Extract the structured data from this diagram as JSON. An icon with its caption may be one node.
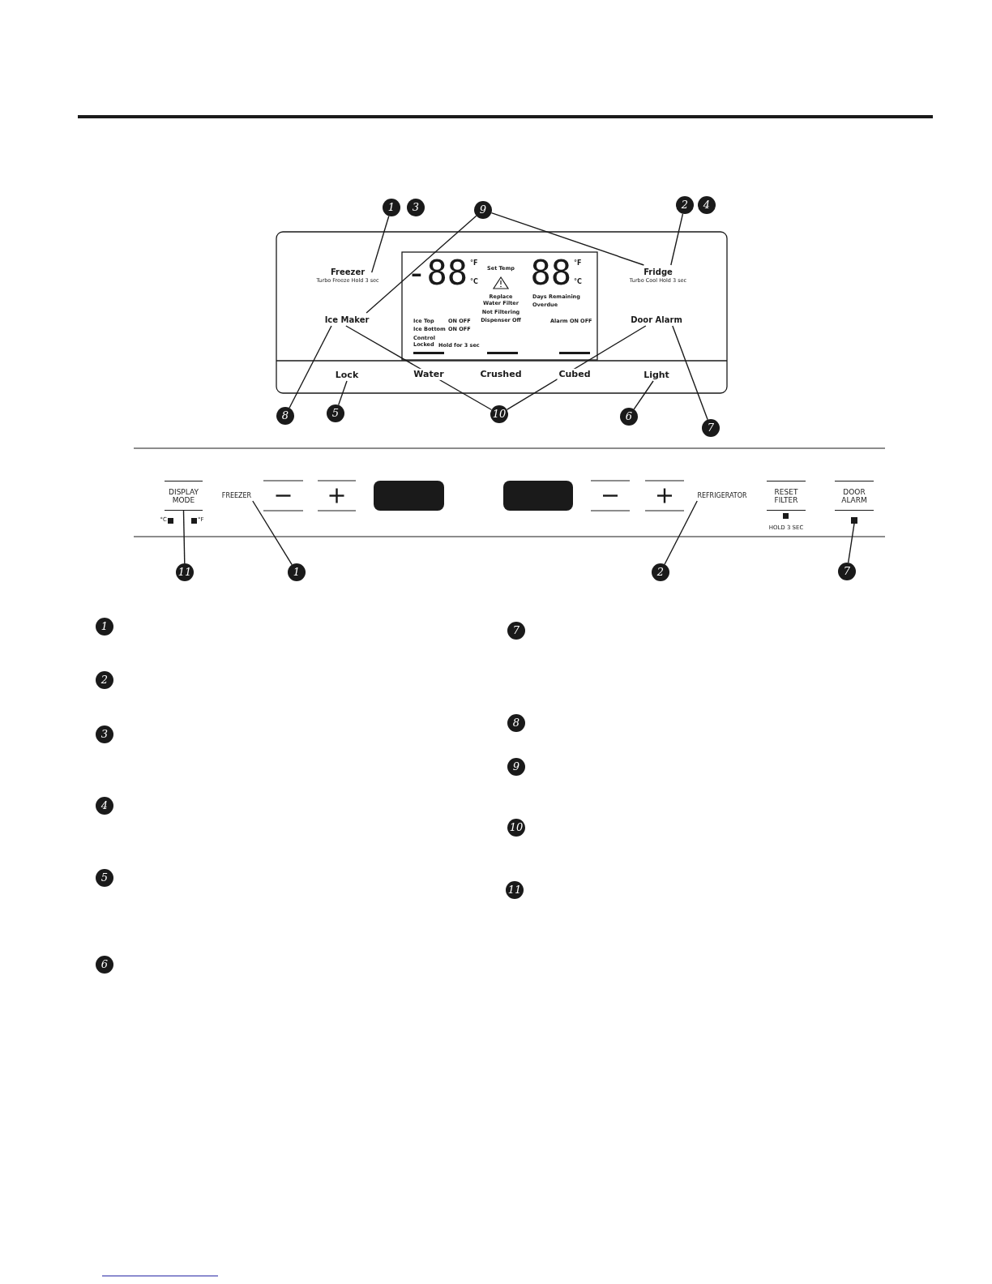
{
  "diagram": {
    "nodes": [
      {
        "text": [
          "Freezer",
          "Turbo Freeze Hold 3 sec"
        ]
      },
      {
        "text": [
          "Fridge",
          "Turbo Cool Hold 3 sec"
        ]
      },
      {
        "text": [
          "Ice Maker"
        ]
      },
      {
        "text": [
          "Door Alarm"
        ]
      },
      {
        "text": [
          "Lock"
        ]
      },
      {
        "text": [
          "Light"
        ]
      },
      {
        "text": [
          "1"
        ]
      },
      {
        "text": [
          "2"
        ]
      },
      {
        "text": [
          "9"
        ]
      },
      {
        "text": [
          "8"
        ]
      },
      {
        "text": [
          "5"
        ]
      },
      {
        "text": [
          "10"
        ]
      },
      {
        "text": [
          "6"
        ]
      },
      {
        "text": [
          "7"
        ]
      },
      {
        "text": [
          "DISPLAY MODE"
        ]
      },
      {
        "text": [
          "FREEZER"
        ]
      },
      {
        "text": [
          "REFRIGERATOR"
        ]
      },
      {
        "text": [],
        "shape": "box"
      },
      {
        "text": [
          "11"
        ]
      },
      {
        "text": [
          "1"
        ]
      },
      {
        "text": [
          "2"
        ]
      },
      {
        "text": [
          "7"
        ]
      },
      {
        "text": [
          "3"
        ]
      },
      {
        "text": [
          "4"
        ]
      },
      {
        "text": [
          "1"
        ]
      },
      {
        "text": [
          "2"
        ]
      },
      {
        "text": [
          "3"
        ]
      },
      {
        "text": [
          "4"
        ]
      },
      {
        "text": [
          "5"
        ]
      },
      {
        "text": [
          "6"
        ]
      },
      {
        "text": [
          "7"
        ]
      },
      {
        "text": [
          "8"
        ]
      },
      {
        "text": [
          "9"
        ]
      },
      {
        "text": [
          "10"
        ]
      },
      {
        "text": [
          "11"
        ]
      },
      {
        "text": [],
        "shape": "box"
      },
      {
        "text": [],
        "shape": "box"
      }
    ],
    "edges": [
      {
        "from": 6,
        "to": 0,
        "arrow": "none"
      },
      {
        "from": 7,
        "to": 1,
        "arrow": "none"
      },
      {
        "from": 8,
        "to": 2,
        "arrow": "none"
      },
      {
        "from": 8,
        "to": 1,
        "arrow": "none"
      },
      {
        "from": 9,
        "to": 2,
        "arrow": "none"
      },
      {
        "from": 10,
        "to": 4,
        "arrow": "none"
      },
      {
        "from": 11,
        "to": 2,
        "arrow": "none"
      },
      {
        "from": 11,
        "to": 3,
        "arrow": "none"
      },
      {
        "from": 12,
        "to": 5,
        "arrow": "none"
      },
      {
        "from": 13,
        "to": 3,
        "arrow": "none"
      },
      {
        "from": 18,
        "to": 14,
        "arrow": "none"
      },
      {
        "from": 19,
        "to": 15,
        "arrow": "none"
      },
      {
        "from": 20,
        "to": 16,
        "arrow": "none"
      },
      {
        "from": 21,
        "to": 17,
        "arrow": "none"
      }
    ],
    "labels": [
      "-88",
      "°F",
      "°C",
      "Set Temp",
      "Replace Water Filter",
      "Not Filtering",
      "Dispenser Off",
      "88",
      "°F",
      "°C",
      "Days Remaining",
      "Overdue",
      "Ice Top",
      "ON OFF",
      "Ice Bottom",
      "ON OFF",
      "Control Locked",
      "Hold for 3 sec",
      "Alarm ON OFF",
      "Water",
      "Crushed",
      "Cubed",
      "°C",
      "°F",
      "RESET FILTER",
      "DOOR ALARM",
      "HOLD 3 SEC"
    ]
  }
}
